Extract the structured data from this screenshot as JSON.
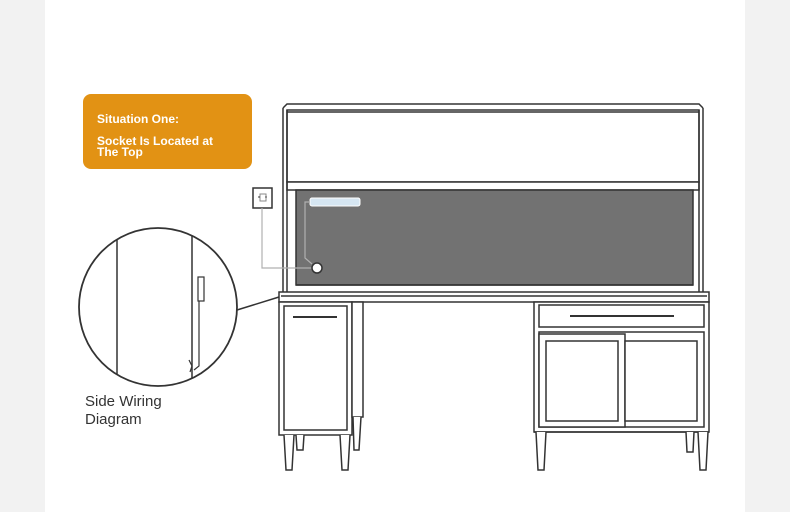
{
  "callout": {
    "line1": "Situation One:",
    "line2a": "Socket Is Located at",
    "line2b": "The Top"
  },
  "detail": {
    "label_line1": "Side Wiring",
    "label_line2": "Diagram"
  },
  "colors": {
    "accent": "#e29214",
    "panel_fill": "#727272",
    "line": "#333333",
    "cable": "#b0b0b0",
    "strip": "#d6e6f2"
  },
  "icons": {
    "socket": "wall-socket-icon",
    "plug": "plug-icon"
  }
}
